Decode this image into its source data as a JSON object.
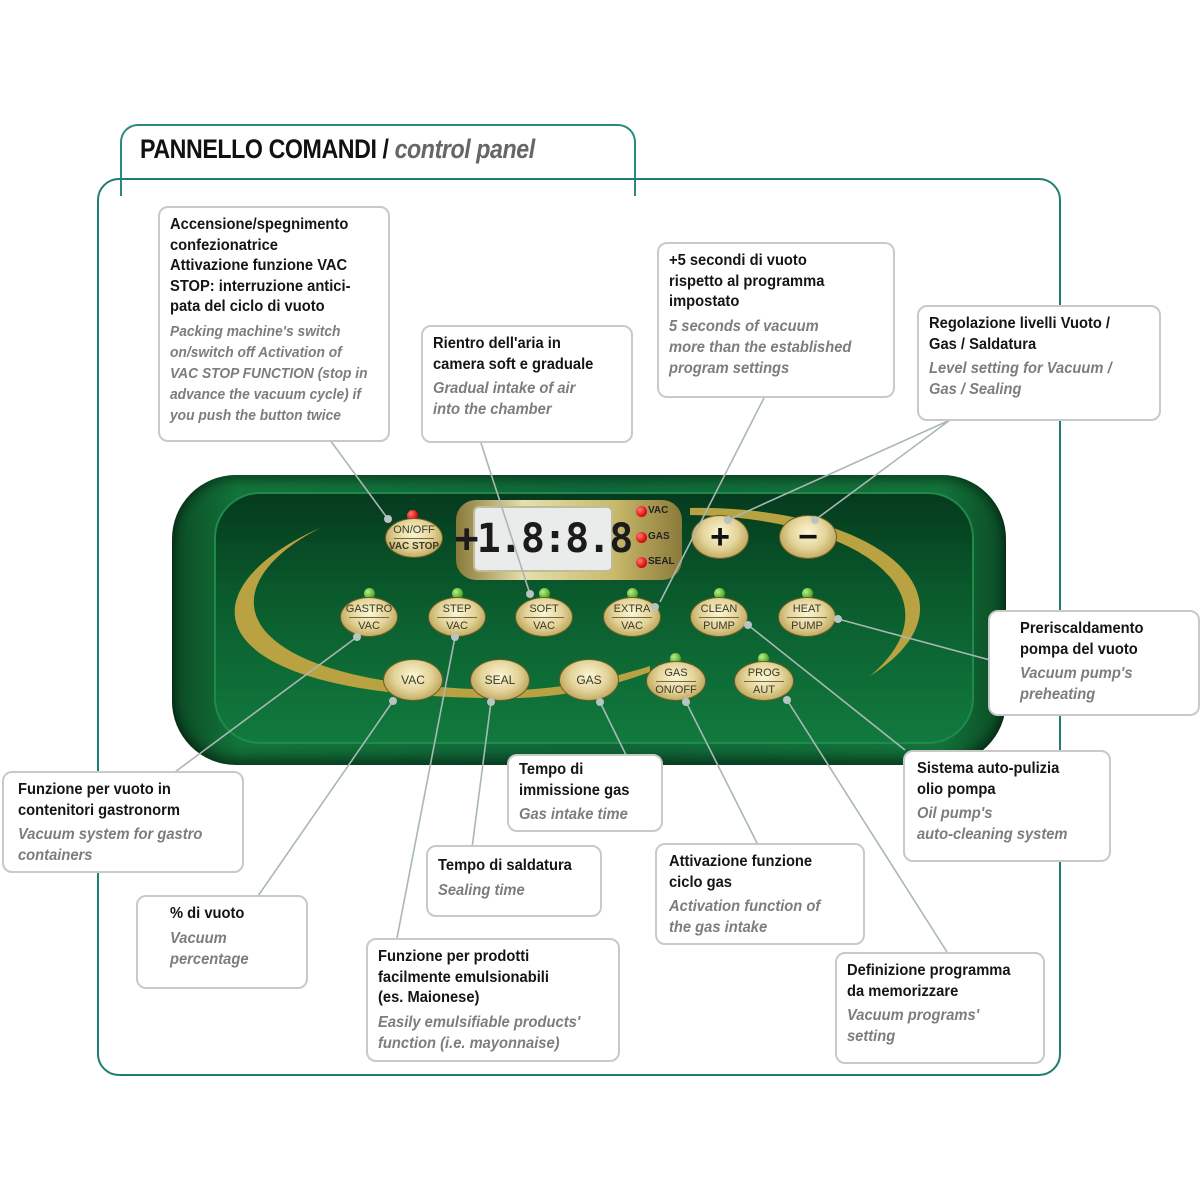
{
  "title": {
    "it": "PANNELLO COMANDI /",
    "en": "control panel"
  },
  "display": {
    "readout": "+1.8:8.8",
    "indicators": [
      "VAC",
      "GAS",
      "SEAL"
    ]
  },
  "buttons": {
    "onoff": {
      "line1": "ON/OFF",
      "line2": "VAC STOP"
    },
    "plus": {
      "symbol": "+"
    },
    "minus": {
      "symbol": "−"
    },
    "gastro": {
      "line1": "GASTRO",
      "line2": "VAC"
    },
    "step": {
      "line1": "STEP",
      "line2": "VAC"
    },
    "soft": {
      "line1": "SOFT",
      "line2": "VAC"
    },
    "extra": {
      "line1": "EXTRA",
      "line2": "VAC"
    },
    "clean": {
      "line1": "CLEAN",
      "line2": "PUMP"
    },
    "heat": {
      "line1": "HEAT",
      "line2": "PUMP"
    },
    "vac": {
      "line1": "VAC"
    },
    "seal": {
      "line1": "SEAL"
    },
    "gas": {
      "line1": "GAS"
    },
    "gas_onoff": {
      "line1": "GAS",
      "line2": "ON/OFF"
    },
    "prog": {
      "line1": "PROG",
      "line2": "AUT"
    }
  },
  "callouts": {
    "onoff": {
      "it": [
        "Accensione/spegnimento",
        "confezionatrice",
        "Attivazione funzione VAC",
        "STOP: interruzione antici-",
        "pata del ciclo di vuoto"
      ],
      "en": [
        "Packing machine's switch",
        "on/switch off Activation of",
        "VAC STOP FUNCTION (stop in",
        "advance the vacuum cycle) if",
        "you push the button twice"
      ]
    },
    "soft": {
      "it": [
        "Rientro dell'aria in",
        "camera soft e graduale"
      ],
      "en": [
        "Gradual intake of air",
        "into the chamber"
      ]
    },
    "extra": {
      "it": [
        "+5 secondi di vuoto",
        "rispetto al programma",
        "impostato"
      ],
      "en": [
        "5 seconds of vacuum",
        "more than the established",
        "program settings"
      ]
    },
    "levels": {
      "it": [
        "Regolazione livelli Vuoto /",
        "Gas / Saldatura"
      ],
      "en": [
        "Level setting for Vacuum /",
        "Gas / Sealing"
      ]
    },
    "heat": {
      "it": [
        "Preriscaldamento",
        "pompa del vuoto"
      ],
      "en": [
        "Vacuum pump's",
        "preheating"
      ]
    },
    "gastro": {
      "it": [
        "Funzione per vuoto in",
        "contenitori gastronorm"
      ],
      "en": [
        "Vacuum system for gastro",
        "containers"
      ]
    },
    "vac": {
      "it": [
        "% di vuoto"
      ],
      "en": [
        "Vacuum",
        "percentage"
      ]
    },
    "gas_time": {
      "it": [
        "Tempo di",
        "immissione gas"
      ],
      "en": [
        "Gas intake time"
      ]
    },
    "seal": {
      "it": [
        "Tempo di saldatura"
      ],
      "en": [
        "Sealing time"
      ]
    },
    "step": {
      "it": [
        "Funzione per prodotti",
        "facilmente emulsionabili",
        "(es. Maionese)"
      ],
      "en": [
        "Easily emulsifiable products'",
        "function (i.e. mayonnaise)"
      ]
    },
    "gas_onoff": {
      "it": [
        "Attivazione funzione",
        "ciclo gas"
      ],
      "en": [
        "Activation function of",
        "the gas intake"
      ]
    },
    "clean": {
      "it": [
        "Sistema auto-pulizia",
        "olio pompa"
      ],
      "en": [
        "Oil pump's",
        "auto-cleaning system"
      ]
    },
    "prog": {
      "it": [
        "Definizione programma",
        "da memorizzare"
      ],
      "en": [
        "Vacuum programs'",
        "setting"
      ]
    }
  }
}
